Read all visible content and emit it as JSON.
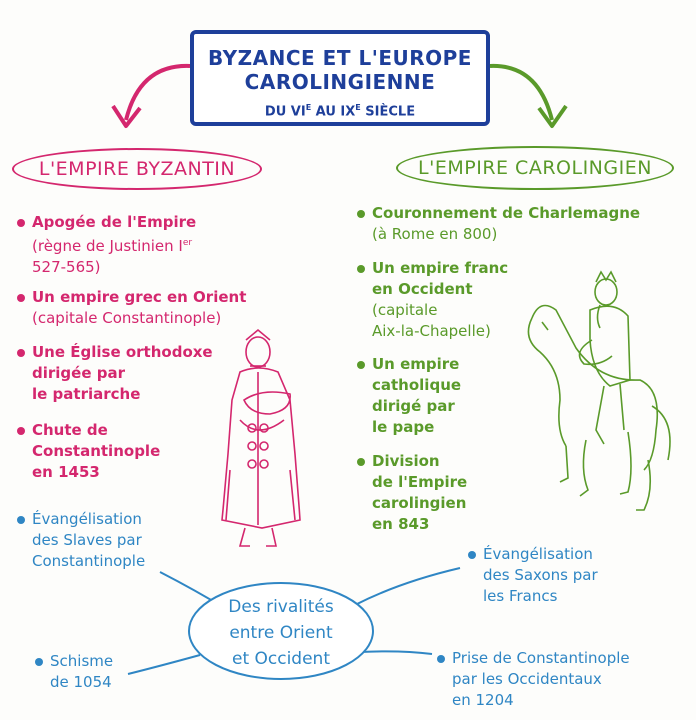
{
  "title": {
    "line1": "BYZANCE ET L'EUROPE",
    "line2": "CAROLINGIENNE",
    "sub_pre": "DU VI",
    "sub_sup1": "E",
    "sub_mid": " AU IX",
    "sub_sup2": "E",
    "sub_post": " SIÈCLE"
  },
  "byzantine": {
    "heading": "L'EMPIRE BYZANTIN",
    "items": [
      {
        "main": [
          "Apogée de l'Empire"
        ],
        "sub": [
          "(règne de Justinien I",
          "527-565)"
        ],
        "sup": "er"
      },
      {
        "main": [
          "Un empire grec en Orient"
        ],
        "sub": [
          "(capitale Constantinople)"
        ]
      },
      {
        "main": [
          "Une Église orthodoxe",
          "dirigée par",
          "le patriarche"
        ]
      },
      {
        "main": [
          "Chute de",
          "Constantinople",
          "en 1453"
        ]
      }
    ]
  },
  "carolingian": {
    "heading": "L'EMPIRE CAROLINGIEN",
    "items": [
      {
        "main": [
          "Couronnement de Charlemagne"
        ],
        "sub": [
          "(à Rome en 800)"
        ]
      },
      {
        "main": [
          "Un empire franc",
          "en Occident"
        ],
        "sub": [
          "(capitale",
          "Aix-la-Chapelle)"
        ]
      },
      {
        "main": [
          "Un empire",
          "catholique",
          "dirigé par",
          "le pape"
        ]
      },
      {
        "main": [
          "Division",
          "de l'Empire",
          "carolingien",
          "en 843"
        ]
      }
    ]
  },
  "center": {
    "lines": [
      "Des rivalités",
      "entre Orient",
      "et Occident"
    ]
  },
  "relations": [
    {
      "lines": [
        "Évangélisation",
        "des Slaves par",
        "Constantinople"
      ]
    },
    {
      "lines": [
        "Schisme",
        "de 1054"
      ]
    },
    {
      "lines": [
        "Évangélisation",
        "des Saxons par",
        "les Francs"
      ]
    },
    {
      "lines": [
        "Prise de Constantinople",
        "par les Occidentaux",
        "en 1204"
      ]
    }
  ],
  "colors": {
    "title": "#1e3f9a",
    "byzantine": "#d4276e",
    "carolingian": "#5a9a2a",
    "relations": "#2f86c4"
  },
  "illustrations": [
    "justinian-figure",
    "charlemagne-horseman"
  ]
}
